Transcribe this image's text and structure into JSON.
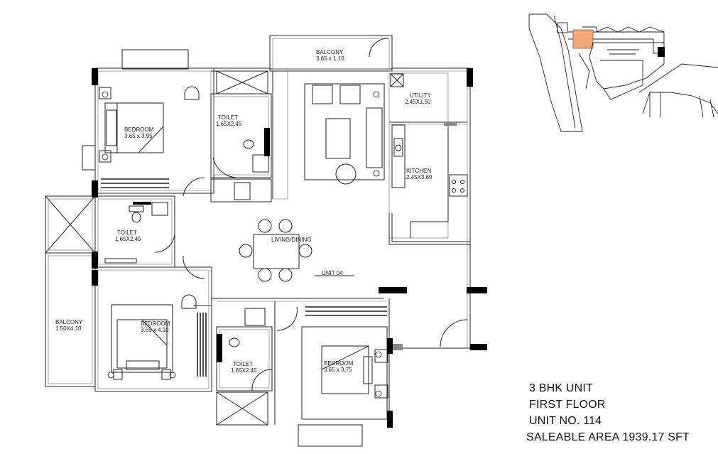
{
  "rooms": {
    "balcony_top": {
      "name": "BALCONY",
      "size": "3.65 x 1.10"
    },
    "bedroom_nw": {
      "name": "BEDROOM",
      "size": "3.65  x  3.95"
    },
    "toilet_n": {
      "name": "TOILET",
      "size": "1.65X2.45"
    },
    "utility": {
      "name": "UTILITY",
      "size": "2.45X1.50"
    },
    "kitchen": {
      "name": "KITCHEN",
      "size": "2.45X3.60"
    },
    "toilet_w": {
      "name": "TOILET",
      "size": "1.65X2.45"
    },
    "living": {
      "name": "LIVING/DINING"
    },
    "unit": {
      "name": "UNIT 04"
    },
    "balcony_w": {
      "name": "BALCONY",
      "size": "1.50X4.10"
    },
    "bedroom_sw": {
      "name": "BEDROOM",
      "size": "3.65  x  4.10"
    },
    "toilet_s": {
      "name": "TOILET",
      "size": "1.65X2.45"
    },
    "bedroom_se": {
      "name": "BEDROOM",
      "size": "3.65  x  3.75"
    }
  },
  "info": {
    "type": "3 BHK UNIT",
    "floor": "FIRST FLOOR",
    "unit_no": "UNIT NO. 114",
    "area": "SALEABLE AREA  1939.17 SFT"
  },
  "colors": {
    "highlight": "#f0a878",
    "wall": "#000000",
    "line": "#333333"
  }
}
